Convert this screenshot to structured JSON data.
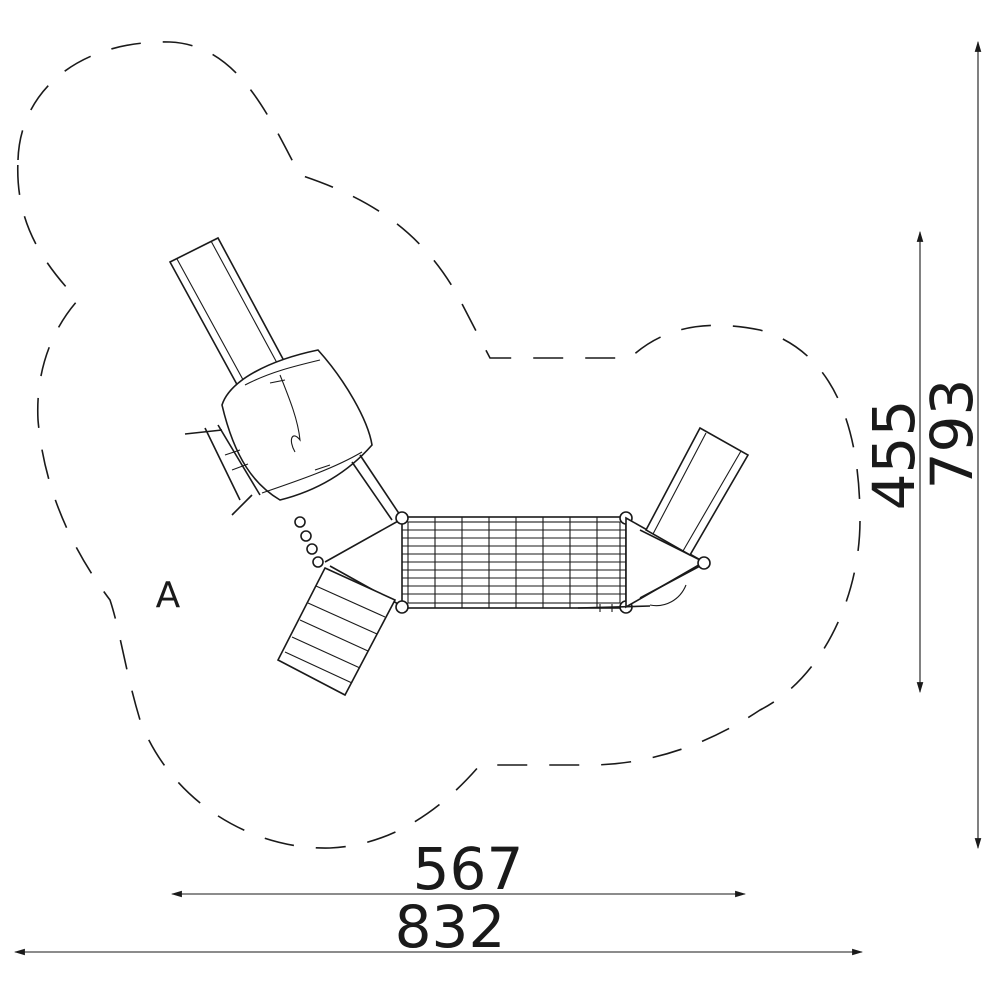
{
  "drawing": {
    "zone_label": "A",
    "dimensions": {
      "width_inner": "567",
      "width_outer": "832",
      "height_inner": "455",
      "height_outer": "793"
    }
  }
}
